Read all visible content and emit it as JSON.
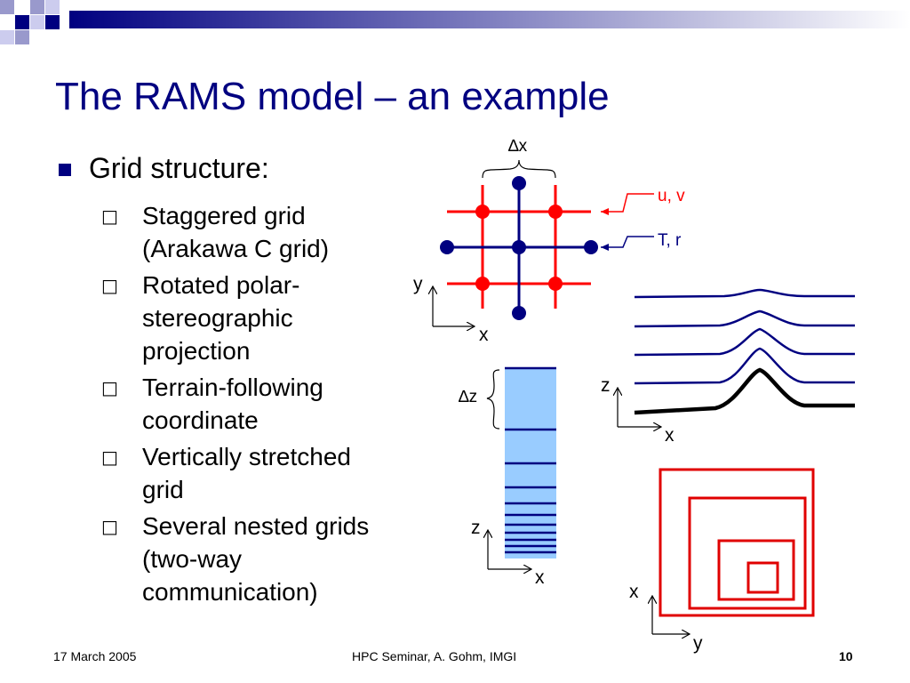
{
  "slide": {
    "title": "The RAMS model – an example",
    "bullet": "Grid structure:",
    "sub_bullets": [
      "Staggered grid\n(Arakawa C grid)",
      "Rotated polar-\nstereographic\nprojection",
      "Terrain-following\ncoordinate",
      "Vertically stretched\ngrid",
      "Several nested grids\n(two-way\ncommunication)"
    ]
  },
  "diagram": {
    "dx_label": "∆x",
    "uv_label": "u, v",
    "tr_label": "T, r",
    "dz_label": "∆z",
    "axes": {
      "grid_y": "y",
      "grid_x": "x",
      "column_z": "z",
      "column_x": "x",
      "terrain_z": "z",
      "terrain_x": "x",
      "nest_x": "x",
      "nest_y": "y"
    },
    "colors": {
      "u_points": "#ff0000",
      "t_points": "#000080",
      "column_fill": "#99ccff",
      "nest": "#e00000"
    }
  },
  "footer": {
    "date": "17 March 2005",
    "center": "HPC Seminar, A. Gohm, IMGI",
    "page": "10"
  }
}
